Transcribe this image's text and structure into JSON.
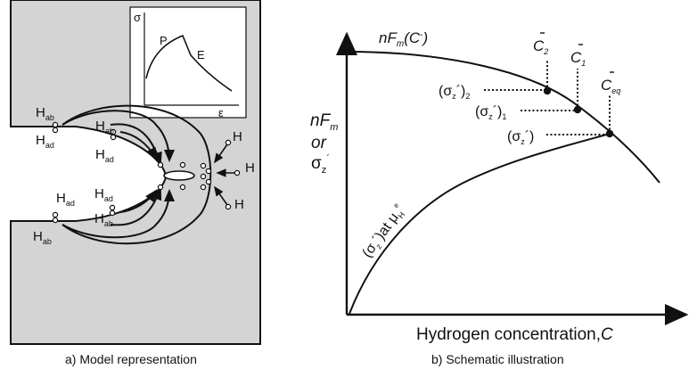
{
  "panel_a": {
    "caption": "a) Model representation",
    "inset": {
      "y_axis_label": "σ",
      "x_axis_label": "ε",
      "peak_label": "P",
      "elastic_label": "E"
    },
    "species": {
      "absorbed": "H",
      "absorbed_sub": "ab",
      "adsorbed": "H",
      "adsorbed_sub": "ad",
      "free": "H"
    }
  },
  "panel_b": {
    "caption": "b) Schematic illustration",
    "x_axis_label": "Hydrogen concentration,",
    "x_axis_var": "C",
    "y_axis_label_1": "nF",
    "y_axis_label_1_sub": "m",
    "y_axis_label_2": "or",
    "y_axis_label_3": "σ",
    "y_axis_label_3_sub": "z",
    "y_axis_label_3_prime": "´",
    "upper_curve_label": "nF",
    "upper_curve_sub": "m",
    "upper_curve_arg": "(C",
    "upper_curve_arg_end": ")",
    "lower_curve_label": "(σ",
    "lower_curve_label_sub": "z",
    "lower_curve_label_rest": "´)at μ",
    "lower_curve_label_sub2": "H",
    "lower_curve_label_sup": "e",
    "conc_labels": [
      {
        "text": "C",
        "sub": "2"
      },
      {
        "text": "C",
        "sub": "1"
      },
      {
        "text": "C",
        "sub": "eq"
      }
    ],
    "stress_labels": [
      {
        "text": "(σ",
        "sub_z": "z",
        "rest": "´)",
        "sub": "2"
      },
      {
        "text": "(σ",
        "sub_z": "z",
        "rest": "´)",
        "sub": "1"
      },
      {
        "text": "(σ",
        "sub_z": "z",
        "rest": "´)",
        "sub": ""
      }
    ]
  }
}
